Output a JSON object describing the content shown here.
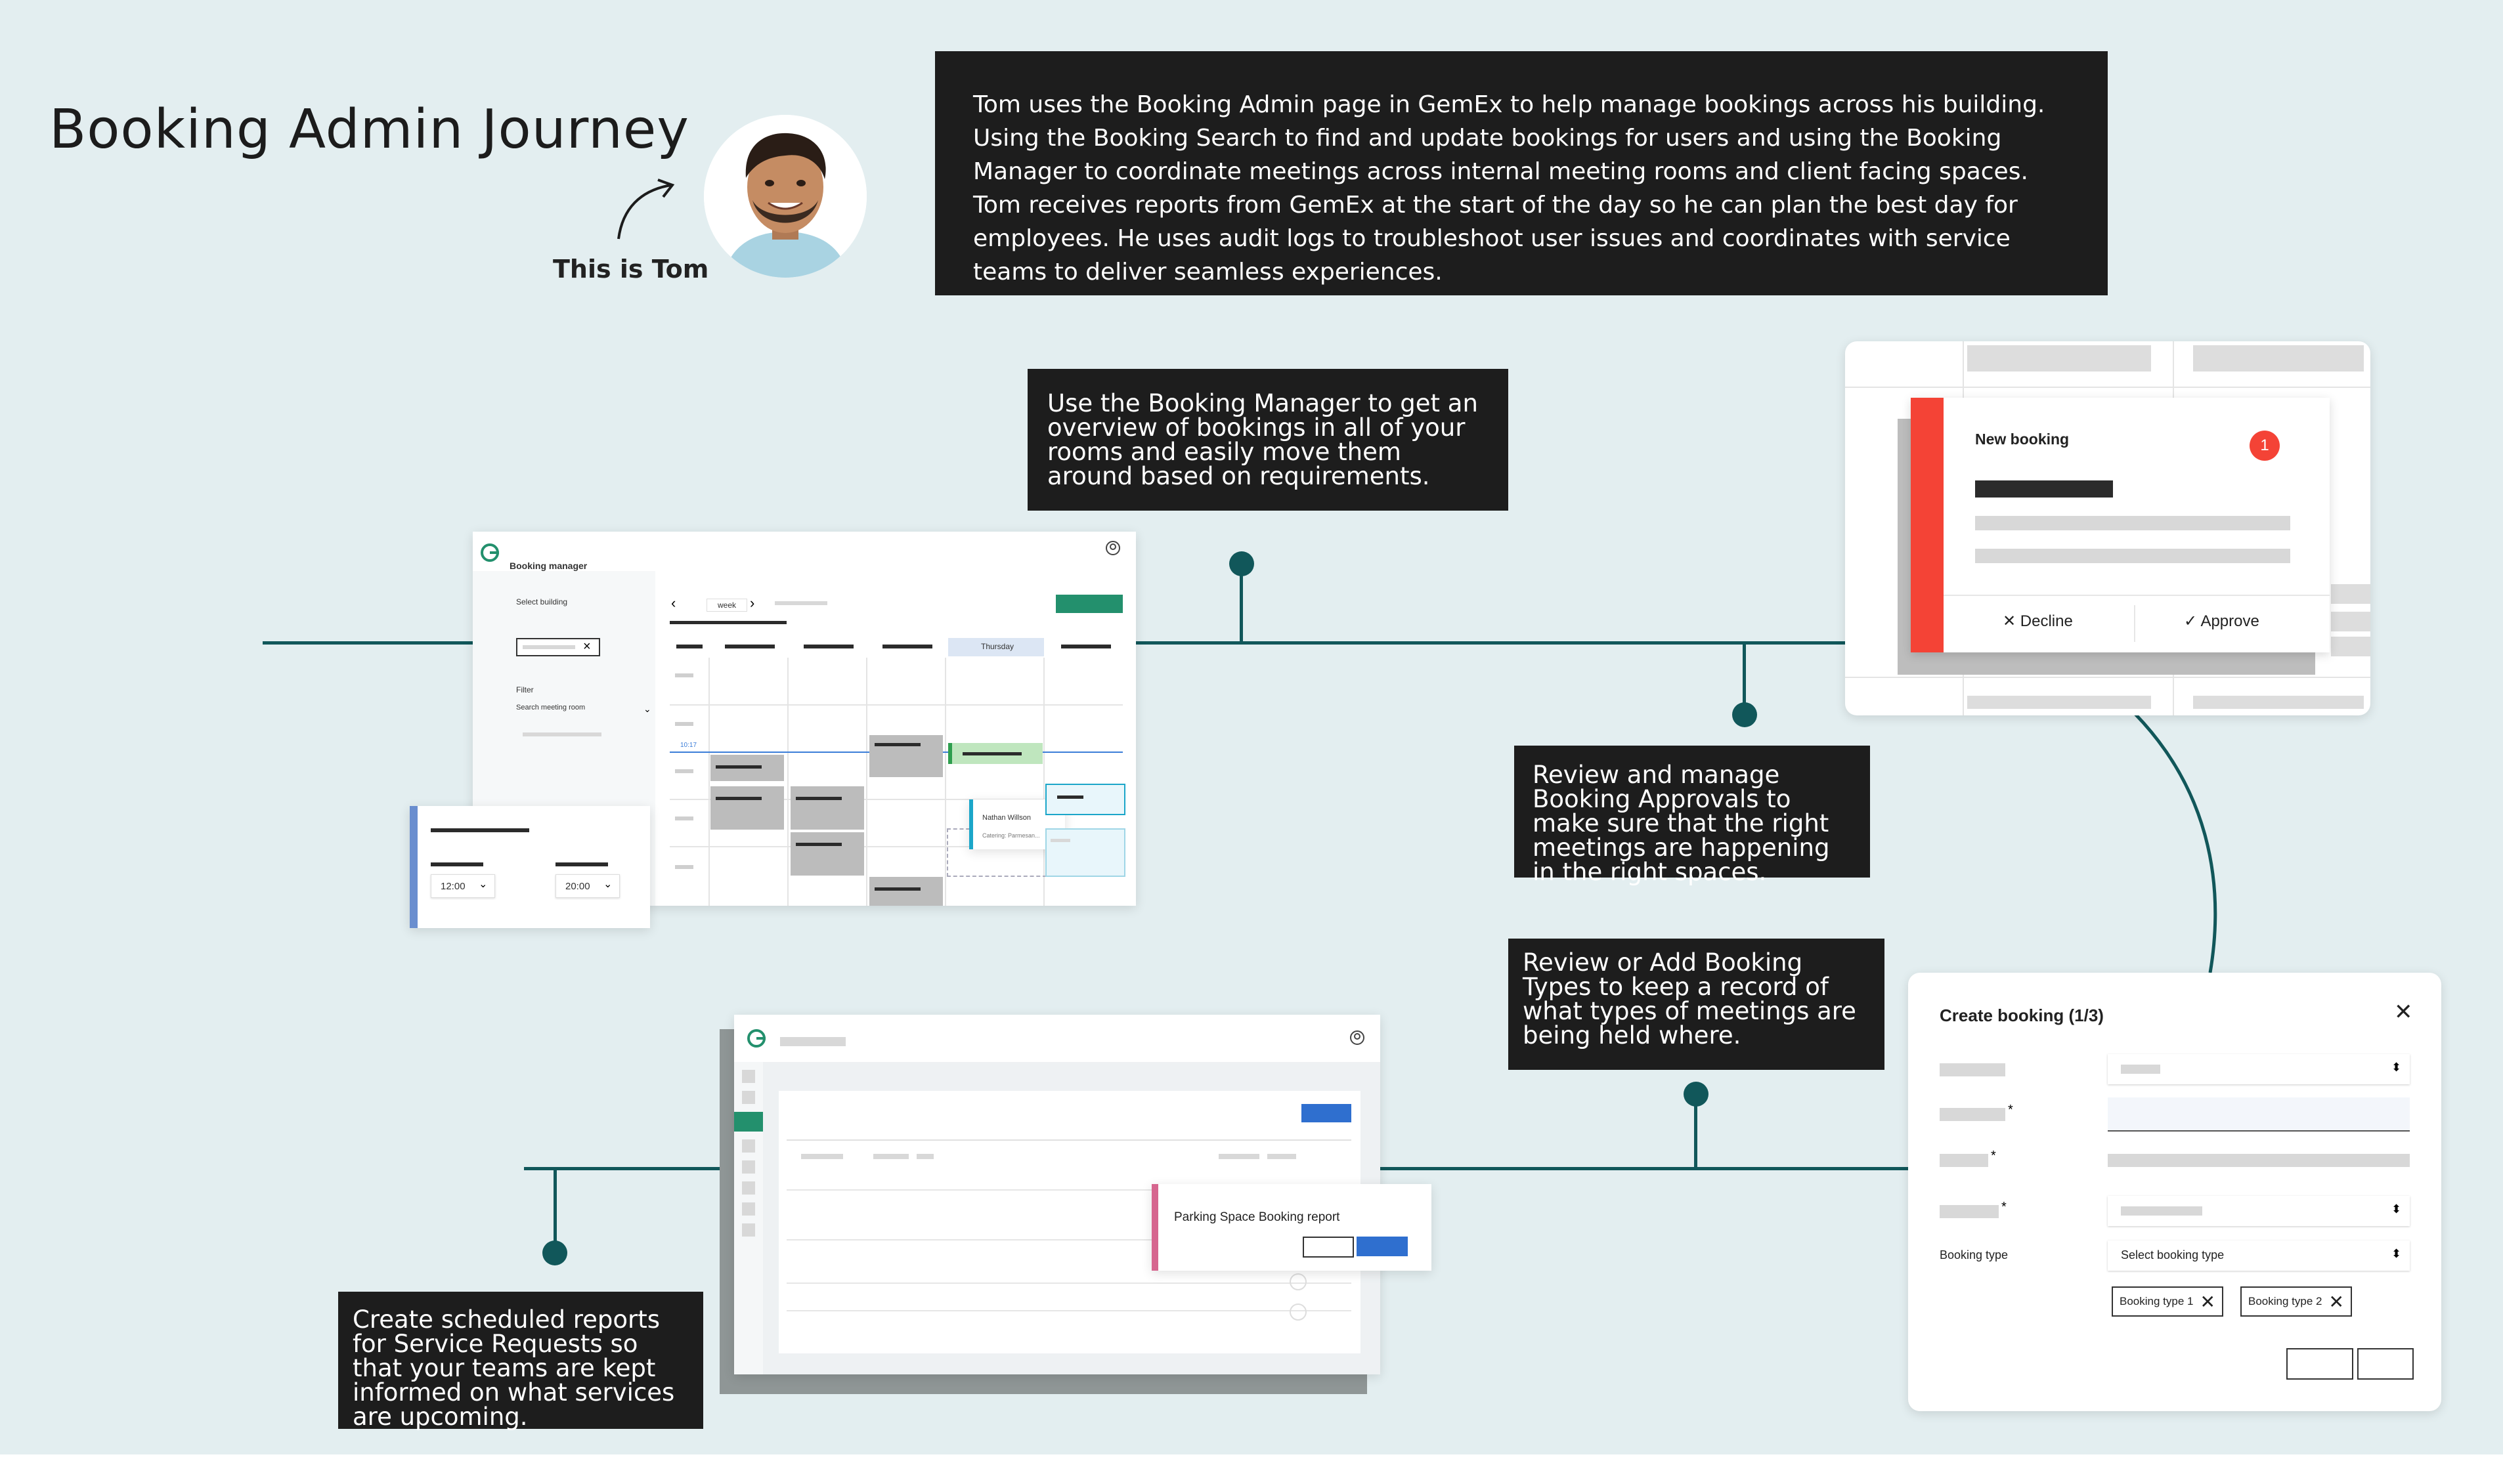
{
  "page": {
    "title": "Booking Admin Journey",
    "persona_label": "This is Tom",
    "intro": "Tom uses the Booking Admin page in GemEx to help manage bookings across his building. Using the Booking Search to find and update bookings for users and using the Booking Manager to coordinate meetings across internal meeting rooms and client facing spaces. Tom receives reports from GemEx at the start of the day so he can plan the best day for employees. He uses audit logs to troubleshoot user issues and coordinates with service teams to deliver seamless experiences."
  },
  "notes": {
    "booking_manager": "Use the Booking Manager to get an overview of bookings in all of your rooms and easily move them around based on requirements.",
    "approvals": "Review and manage Booking Approvals to make sure that the right meetings are happening in the right spaces.",
    "booking_types": "Review or Add Booking Types to keep a record of what types of meetings are being held where.",
    "reports": "Create scheduled reports for Service Requests so that your teams are kept informed on what services are upcoming."
  },
  "booking_manager": {
    "heading": "Booking manager",
    "select_building": "Select building",
    "filter": "Filter",
    "search_room": "Search meeting room",
    "view": "week",
    "day_label": "Thursday",
    "time_marker": "10:17",
    "event_name": "Nathan Willson",
    "event_sub": "Catering: Parmesan...",
    "time_from": "12:00",
    "time_to": "20:00"
  },
  "approval_card": {
    "title": "New booking",
    "badge": "1",
    "decline": "Decline",
    "approve": "Approve"
  },
  "create_booking": {
    "title": "Create booking (1/3)",
    "booking_type_label": "Booking type",
    "select_placeholder": "Select booking type",
    "tags": [
      "Booking type 1",
      "Booking type 2"
    ]
  },
  "report_panel": {
    "title": "Parking Space Booking report"
  },
  "colors": {
    "background": "#e3eef0",
    "line": "#11575a",
    "note_bg": "#1d1d1d",
    "accent_red": "#f44336",
    "accent_blue": "#2f6fcf",
    "accent_teal": "#23906d",
    "accent_pink": "#d6668f"
  }
}
